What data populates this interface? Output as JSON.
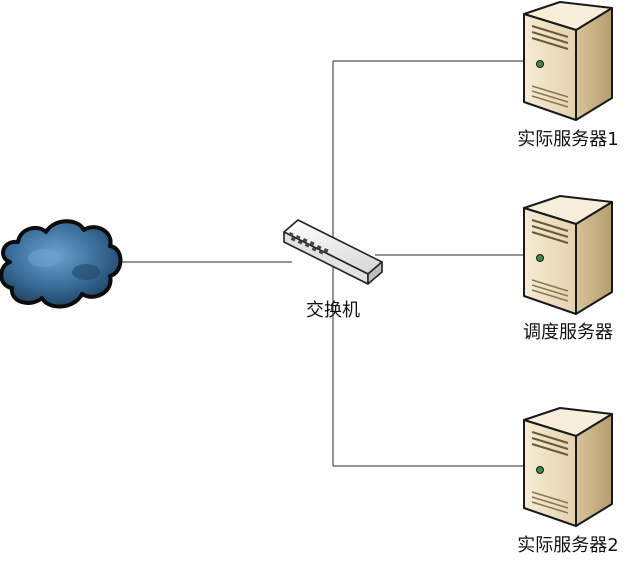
{
  "nodes": {
    "internet": {
      "icon": "cloud-icon"
    },
    "switch": {
      "label": "交换机",
      "icon": "network-switch-icon"
    },
    "server_top": {
      "label": "实际服务器1",
      "icon": "server-icon"
    },
    "server_middle": {
      "label": "调度服务器",
      "icon": "server-icon"
    },
    "server_bottom": {
      "label": "实际服务器2",
      "icon": "server-icon"
    }
  },
  "edges": [
    {
      "from": "internet",
      "to": "switch"
    },
    {
      "from": "switch",
      "to": "server_top"
    },
    {
      "from": "switch",
      "to": "server_middle"
    },
    {
      "from": "switch",
      "to": "server_bottom"
    }
  ],
  "colors": {
    "line": "#555555",
    "cloud": "#3b6f9b",
    "cloud_dark": "#1c3d5e",
    "server_front": "#efe3c8",
    "server_side": "#c9b48a",
    "server_top": "#f7efdc",
    "server_outline": "#1a1a1a",
    "switch_body": "#f2f2f2"
  }
}
